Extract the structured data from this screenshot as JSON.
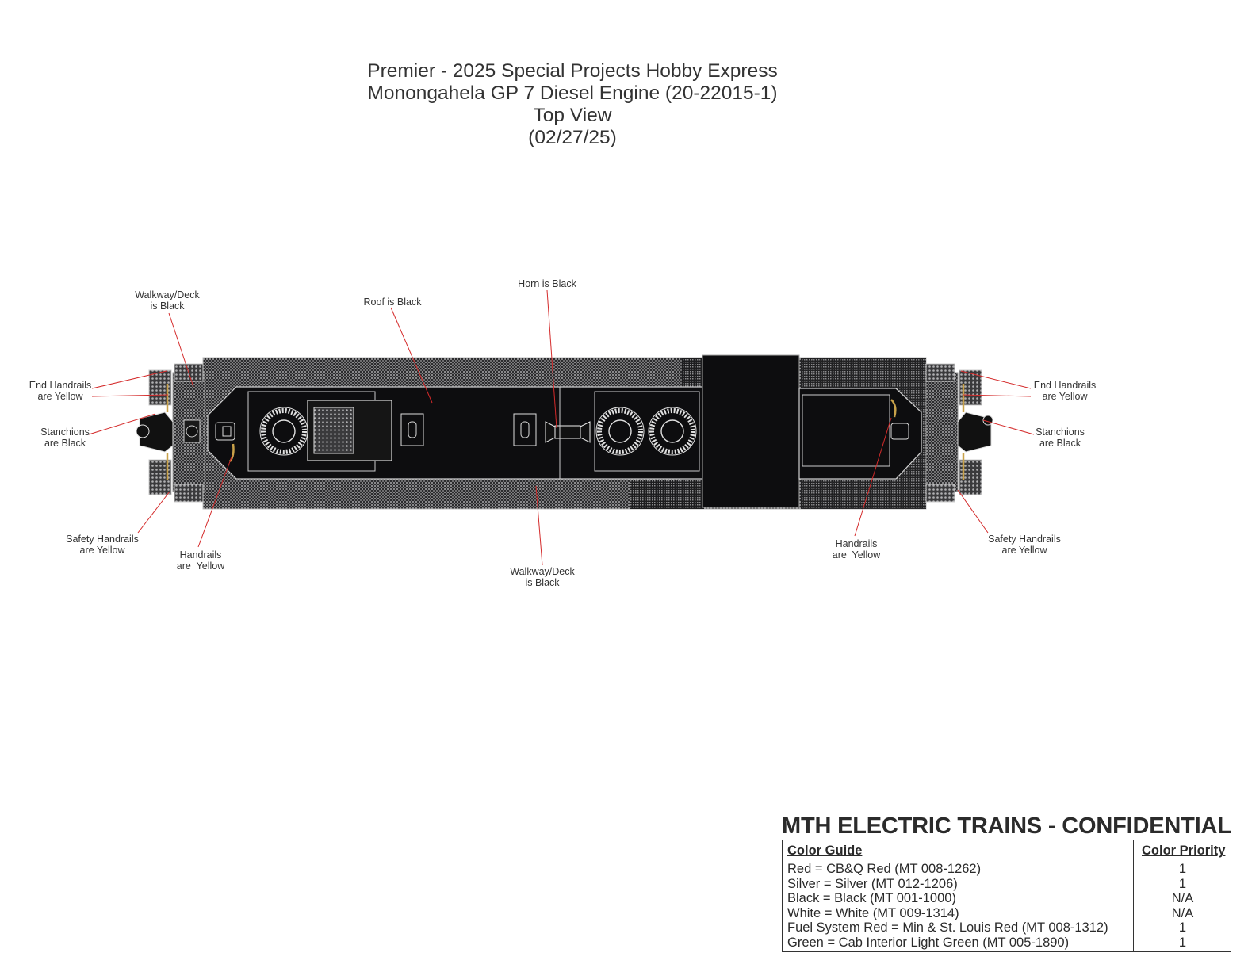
{
  "title": {
    "line1": "Premier - 2025 Special Projects Hobby Express",
    "line2": "Monongahela GP 7 Diesel Engine (20-22015-1)",
    "line3": "Top View",
    "line4": "(02/27/25)"
  },
  "callouts": {
    "walkway_top": [
      "Walkway/Deck",
      "is Black"
    ],
    "roof": [
      "Roof is Black"
    ],
    "horn": [
      "Horn is Black"
    ],
    "end_handrails_left": [
      "End Handrails",
      "are Yellow"
    ],
    "stanchions_left": [
      "Stanchions",
      "are Black"
    ],
    "safety_left": [
      "Safety Handrails",
      "are Yellow"
    ],
    "handrails_left": [
      "Handrails",
      "are  Yellow"
    ],
    "walkway_bottom": [
      "Walkway/Deck",
      "is Black"
    ],
    "handrails_right": [
      "Handrails",
      "are  Yellow"
    ],
    "safety_right": [
      "Safety Handrails",
      "are Yellow"
    ],
    "end_handrails_right": [
      "End Handrails",
      "are Yellow"
    ],
    "stanchions_right": [
      "Stanchions",
      "are Black"
    ]
  },
  "confidential": "MTH ELECTRIC TRAINS - CONFIDENTIAL",
  "color_guide": {
    "header": "Color Guide",
    "priority_header": "Color Priority",
    "rows": [
      {
        "label": "Red = CB&Q Red (MT 008-1262)",
        "priority": "1"
      },
      {
        "label": "Silver = Silver (MT 012-1206)",
        "priority": "1"
      },
      {
        "label": "Black = Black (MT 001-1000)",
        "priority": "N/A"
      },
      {
        "label": "White = White (MT 009-1314)",
        "priority": "N/A"
      },
      {
        "label": "Fuel System Red = Min & St. Louis Red (MT 008-1312)",
        "priority": "1"
      },
      {
        "label": "Green = Cab Interior Light Green (MT 005-1890)",
        "priority": "1"
      }
    ]
  },
  "colors": {
    "leader": "#d42a2a",
    "handrail": "#c9a24a",
    "body": "#0d0d0f"
  }
}
